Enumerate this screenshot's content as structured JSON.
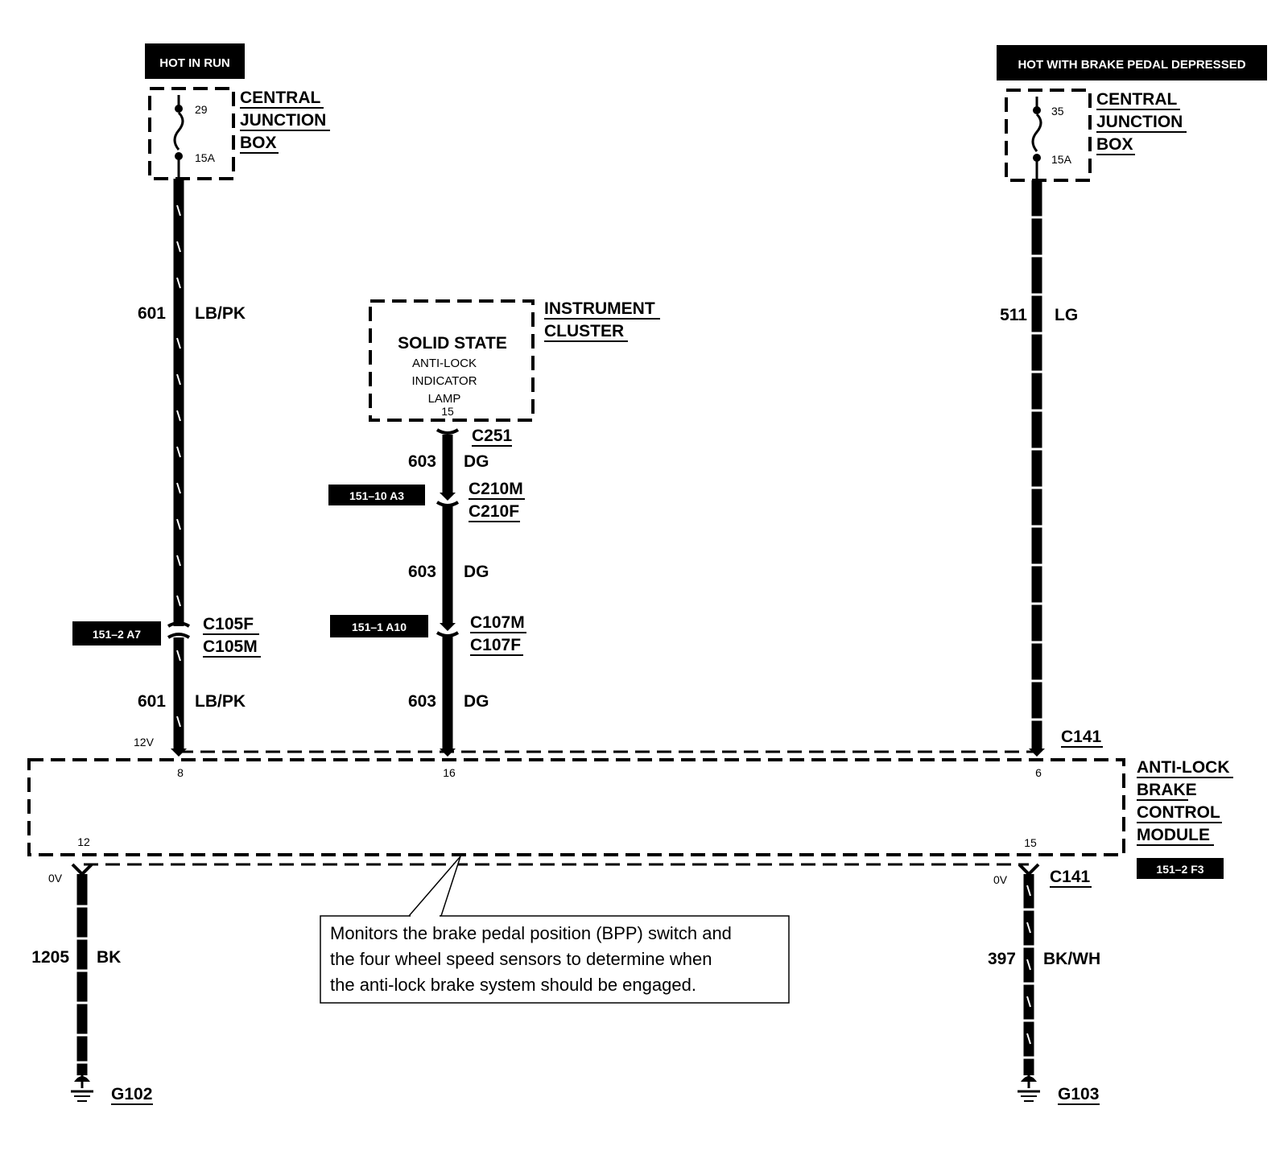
{
  "power_sources": {
    "left": {
      "label": "HOT IN RUN",
      "fuse_number": "29",
      "fuse_rating": "15A",
      "box_label": [
        "CENTRAL",
        "JUNCTION",
        "BOX"
      ]
    },
    "right": {
      "label": "HOT WITH BRAKE PEDAL DEPRESSED",
      "fuse_number": "35",
      "fuse_rating": "15A",
      "box_label": [
        "CENTRAL",
        "JUNCTION",
        "BOX"
      ]
    }
  },
  "instrument_cluster": {
    "name": [
      "INSTRUMENT",
      "CLUSTER"
    ],
    "inner_title": "SOLID STATE",
    "inner_lines": [
      "ANTI-LOCK",
      "INDICATOR",
      "LAMP"
    ],
    "pin": "15"
  },
  "wires": {
    "w601_upper": {
      "circuit": "601",
      "color": "LB/PK"
    },
    "w601_lower": {
      "circuit": "601",
      "color": "LB/PK"
    },
    "w603_a": {
      "circuit": "603",
      "color": "DG"
    },
    "w603_b": {
      "circuit": "603",
      "color": "DG"
    },
    "w603_c": {
      "circuit": "603",
      "color": "DG"
    },
    "w511": {
      "circuit": "511",
      "color": "LG"
    },
    "w1205": {
      "circuit": "1205",
      "color": "BK"
    },
    "w397": {
      "circuit": "397",
      "color": "BK/WH"
    }
  },
  "connectors": {
    "c251": "C251",
    "c210m": "C210M",
    "c210f": "C210F",
    "c105f": "C105F",
    "c105m": "C105M",
    "c107m": "C107M",
    "c107f": "C107F",
    "c141_top": "C141",
    "c141_bottom": "C141"
  },
  "reference_tags": {
    "tag_151_10": "151–10 A3",
    "tag_151_2_a7": "151–2 A7",
    "tag_151_1": "151–1 A10",
    "tag_151_2_f3": "151–2 F3"
  },
  "module": {
    "name": [
      "ANTI-LOCK",
      "BRAKE",
      "CONTROL",
      "MODULE"
    ],
    "pins": {
      "p8": "8",
      "p16": "16",
      "p6": "6",
      "p12": "12",
      "p15": "15"
    },
    "voltages": {
      "v12": "12V",
      "v0_left": "0V",
      "v0_right": "0V"
    }
  },
  "grounds": {
    "g102": "G102",
    "g103": "G103"
  },
  "note": [
    "Monitors the brake pedal position (BPP) switch and",
    "the four wheel speed sensors to determine when",
    "the anti-lock brake system  should be engaged."
  ]
}
